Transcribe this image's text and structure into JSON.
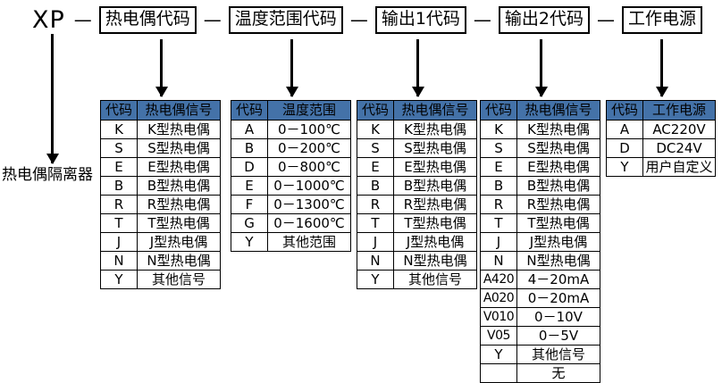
{
  "model_row": {
    "prefix": "XP",
    "separator": "—",
    "segments": [
      {
        "label": "热电偶代码"
      },
      {
        "label": "温度范围代码"
      },
      {
        "label": "输出1代码"
      },
      {
        "label": "输出2代码"
      },
      {
        "label": "工作电源"
      }
    ]
  },
  "device_label": "热电偶隔离器",
  "tables": [
    {
      "name": "thermocouple-code-table",
      "headers": [
        "代码",
        "热电偶信号"
      ],
      "rows": [
        [
          "K",
          "K型热电偶"
        ],
        [
          "S",
          "S型热电偶"
        ],
        [
          "E",
          "E型热电偶"
        ],
        [
          "B",
          "B型热电偶"
        ],
        [
          "R",
          "R型热电偶"
        ],
        [
          "T",
          "T型热电偶"
        ],
        [
          "J",
          "J型热电偶"
        ],
        [
          "N",
          "N型热电偶"
        ],
        [
          "Y",
          "其他信号"
        ]
      ]
    },
    {
      "name": "temperature-range-table",
      "headers": [
        "代码",
        "温度范围"
      ],
      "rows": [
        [
          "A",
          "0－100℃"
        ],
        [
          "B",
          "0－200℃"
        ],
        [
          "D",
          "0－800℃"
        ],
        [
          "E",
          "0－1000℃"
        ],
        [
          "F",
          "0－1300℃"
        ],
        [
          "G",
          "0－1600℃"
        ],
        [
          "Y",
          "其他范围"
        ]
      ]
    },
    {
      "name": "output1-code-table",
      "headers": [
        "代码",
        "热电偶信号"
      ],
      "rows": [
        [
          "K",
          "K型热电偶"
        ],
        [
          "S",
          "S型热电偶"
        ],
        [
          "E",
          "E型热电偶"
        ],
        [
          "B",
          "B型热电偶"
        ],
        [
          "R",
          "R型热电偶"
        ],
        [
          "T",
          "T型热电偶"
        ],
        [
          "J",
          "J型热电偶"
        ],
        [
          "N",
          "N型热电偶"
        ],
        [
          "Y",
          "其他信号"
        ]
      ]
    },
    {
      "name": "output2-code-table",
      "headers": [
        "代码",
        "热电偶信号"
      ],
      "rows": [
        [
          "K",
          "K型热电偶"
        ],
        [
          "S",
          "S型热电偶"
        ],
        [
          "E",
          "E型热电偶"
        ],
        [
          "B",
          "B型热电偶"
        ],
        [
          "R",
          "R型热电偶"
        ],
        [
          "T",
          "T型热电偶"
        ],
        [
          "J",
          "J型热电偶"
        ],
        [
          "N",
          "N型热电偶"
        ],
        [
          "A420",
          "4－20mA"
        ],
        [
          "A020",
          "0－20mA"
        ],
        [
          "V010",
          "0－10V"
        ],
        [
          "V05",
          "0－5V"
        ],
        [
          "Y",
          "其他信号"
        ],
        [
          "",
          "无"
        ]
      ]
    },
    {
      "name": "power-supply-table",
      "headers": [
        "代码",
        "工作电源"
      ],
      "rows": [
        [
          "A",
          "AC220V"
        ],
        [
          "D",
          "DC24V"
        ],
        [
          "Y",
          "用户自定义"
        ]
      ]
    }
  ],
  "colors": {
    "header_blue": "#4472a8",
    "line_black": "#000000",
    "background": "#ffffff"
  }
}
